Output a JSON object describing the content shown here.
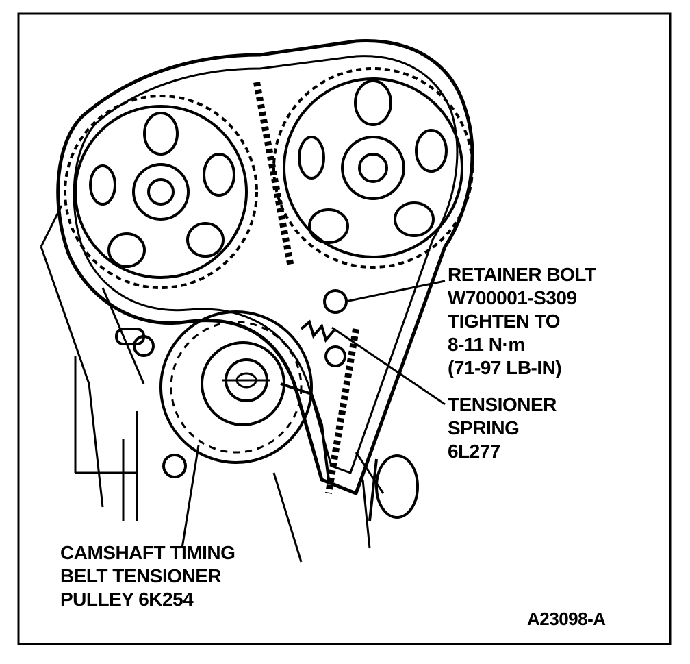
{
  "callouts": {
    "retainer_bolt": {
      "line1": "RETAINER BOLT",
      "line2": "W700001-S309",
      "line3": "TIGHTEN TO",
      "line4": "8-11 N·m",
      "line5": "(71-97 LB-IN)"
    },
    "tensioner_spring": {
      "line1": "TENSIONER",
      "line2": "SPRING",
      "line3": "6L277"
    },
    "tensioner_pulley": {
      "line1": "CAMSHAFT TIMING",
      "line2": "BELT TENSIONER",
      "line3": "PULLEY 6K254"
    }
  },
  "figure_id": "A23098-A"
}
